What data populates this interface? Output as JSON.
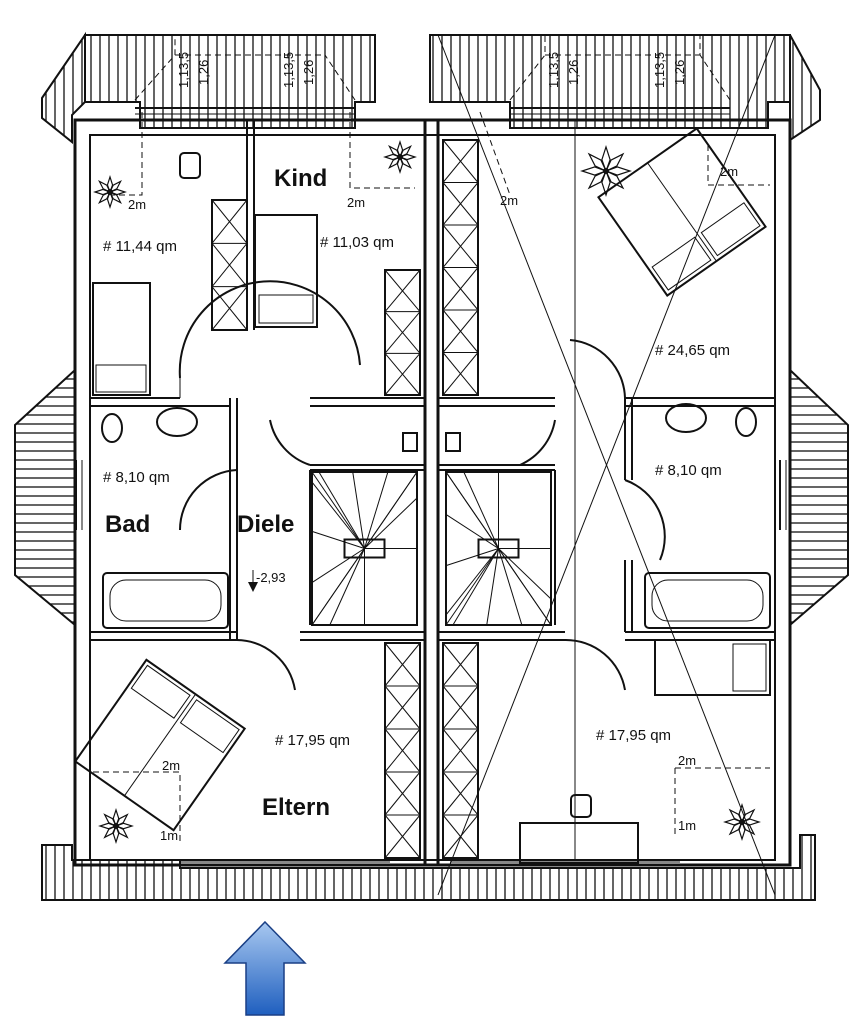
{
  "rooms": {
    "kind": {
      "name": "Kind",
      "area": "# 11,03 qm"
    },
    "left_top": {
      "area": "# 11,44 qm"
    },
    "bad": {
      "name": "Bad",
      "area": "# 8,10 qm"
    },
    "diele": {
      "name": "Diele",
      "level": "-2,93"
    },
    "eltern": {
      "name": "Eltern",
      "area": "# 17,95 qm"
    },
    "right_top": {
      "area": "# 24,65 qm"
    },
    "right_bath": {
      "area": "# 8,10 qm"
    },
    "right_bottom": {
      "area": "# 17,95 qm"
    }
  },
  "dims": {
    "d1135": "1,13,5",
    "d126": "1,26",
    "m2": "2m",
    "m1": "1m"
  },
  "colors": {
    "line": "#111111",
    "arrow_top": "#a8c8f0",
    "arrow_bottom": "#1f5fbf"
  }
}
